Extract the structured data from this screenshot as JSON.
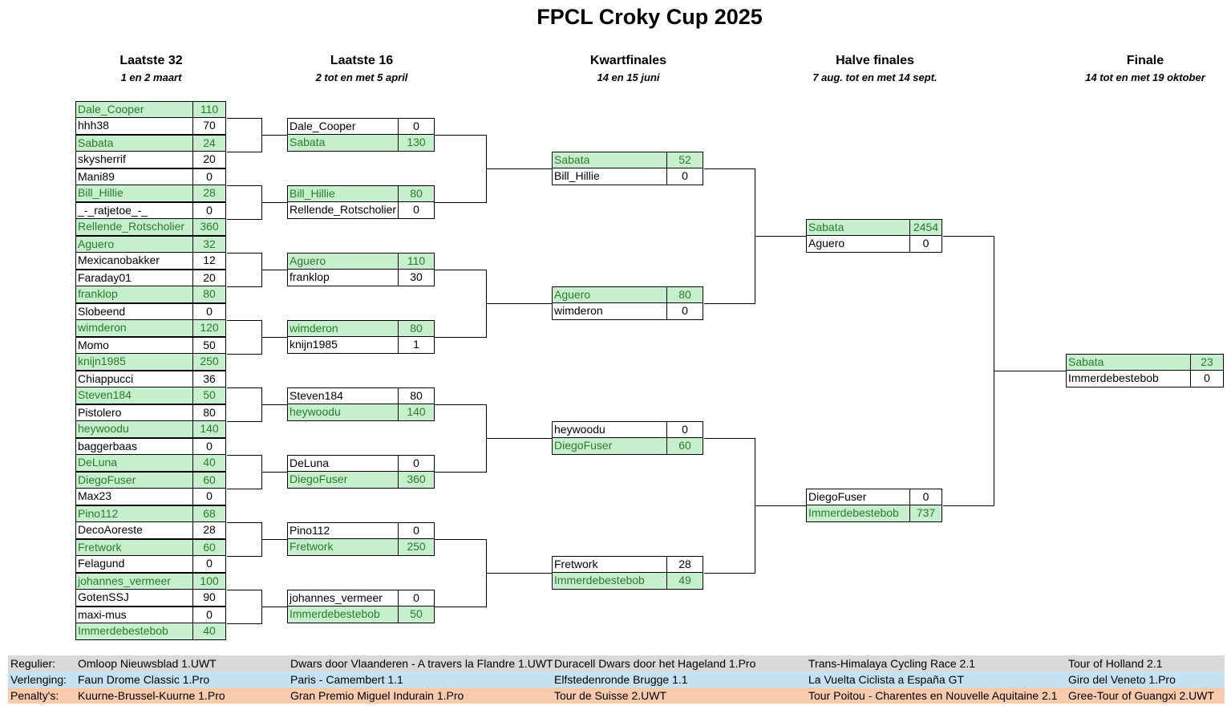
{
  "title": "FPCL Croky Cup 2025",
  "rounds": [
    {
      "name": "Laatste 32",
      "date": "1 en 2 maart"
    },
    {
      "name": "Laatste 16",
      "date": "2 tot en met 5 april"
    },
    {
      "name": "Kwartfinales",
      "date": "14 en 15 juni"
    },
    {
      "name": "Halve finales",
      "date": "7 aug. tot en met 14 sept."
    },
    {
      "name": "Finale",
      "date": "14 tot en met 19 oktober"
    }
  ],
  "r32": [
    {
      "name": "Dale_Cooper",
      "score": "110",
      "win": true
    },
    {
      "name": "hhh38",
      "score": "70",
      "win": false
    },
    {
      "name": "Sabata",
      "score": "24",
      "win": true
    },
    {
      "name": "skysherrif",
      "score": "20",
      "win": false
    },
    {
      "name": "Mani89",
      "score": "0",
      "win": false
    },
    {
      "name": "Bill_Hillie",
      "score": "28",
      "win": true
    },
    {
      "name": "_-_ratjetoe_-_",
      "score": "0",
      "win": false
    },
    {
      "name": "Rellende_Rotscholier",
      "score": "360",
      "win": true
    },
    {
      "name": "Aguero",
      "score": "32",
      "win": true
    },
    {
      "name": "Mexicanobakker",
      "score": "12",
      "win": false
    },
    {
      "name": "Faraday01",
      "score": "20",
      "win": false
    },
    {
      "name": "franklop",
      "score": "80",
      "win": true
    },
    {
      "name": "Slobeend",
      "score": "0",
      "win": false
    },
    {
      "name": "wimderon",
      "score": "120",
      "win": true
    },
    {
      "name": "Momo",
      "score": "50",
      "win": false
    },
    {
      "name": "knijn1985",
      "score": "250",
      "win": true
    },
    {
      "name": "Chiappucci",
      "score": "36",
      "win": false
    },
    {
      "name": "Steven184",
      "score": "50",
      "win": true
    },
    {
      "name": "Pistolero",
      "score": "80",
      "win": false
    },
    {
      "name": "heywoodu",
      "score": "140",
      "win": true
    },
    {
      "name": "baggerbaas",
      "score": "0",
      "win": false
    },
    {
      "name": "DeLuna",
      "score": "40",
      "win": true
    },
    {
      "name": "DiegoFuser",
      "score": "60",
      "win": true
    },
    {
      "name": "Max23",
      "score": "0",
      "win": false
    },
    {
      "name": "Pino112",
      "score": "68",
      "win": true
    },
    {
      "name": "DecoAoreste",
      "score": "28",
      "win": false
    },
    {
      "name": "Fretwork",
      "score": "60",
      "win": true
    },
    {
      "name": "Felagund",
      "score": "0",
      "win": false
    },
    {
      "name": "johannes_vermeer",
      "score": "100",
      "win": true
    },
    {
      "name": "GotenSSJ",
      "score": "90",
      "win": false
    },
    {
      "name": "maxi-mus",
      "score": "0",
      "win": false
    },
    {
      "name": "Immerdebestebob",
      "score": "40",
      "win": true
    }
  ],
  "r16": [
    {
      "name": "Dale_Cooper",
      "score": "0",
      "win": false
    },
    {
      "name": "Sabata",
      "score": "130",
      "win": true
    },
    {
      "name": "Bill_Hillie",
      "score": "80",
      "win": true
    },
    {
      "name": "Rellende_Rotscholier",
      "score": "0",
      "win": false
    },
    {
      "name": "Aguero",
      "score": "110",
      "win": true
    },
    {
      "name": "franklop",
      "score": "30",
      "win": false
    },
    {
      "name": "wimderon",
      "score": "80",
      "win": true
    },
    {
      "name": "knijn1985",
      "score": "1",
      "win": false
    },
    {
      "name": "Steven184",
      "score": "80",
      "win": false
    },
    {
      "name": "heywoodu",
      "score": "140",
      "win": true
    },
    {
      "name": "DeLuna",
      "score": "0",
      "win": false
    },
    {
      "name": "DiegoFuser",
      "score": "360",
      "win": true
    },
    {
      "name": "Pino112",
      "score": "0",
      "win": false
    },
    {
      "name": "Fretwork",
      "score": "250",
      "win": true
    },
    {
      "name": "johannes_vermeer",
      "score": "0",
      "win": false
    },
    {
      "name": "Immerdebestebob",
      "score": "50",
      "win": true
    }
  ],
  "qf": [
    {
      "name": "Sabata",
      "score": "52",
      "win": true
    },
    {
      "name": "Bill_Hillie",
      "score": "0",
      "win": false
    },
    {
      "name": "Aguero",
      "score": "80",
      "win": true
    },
    {
      "name": "wimderon",
      "score": "0",
      "win": false
    },
    {
      "name": "heywoodu",
      "score": "0",
      "win": false
    },
    {
      "name": "DiegoFuser",
      "score": "60",
      "win": true
    },
    {
      "name": "Fretwork",
      "score": "28",
      "win": false
    },
    {
      "name": "Immerdebestebob",
      "score": "49",
      "win": true
    }
  ],
  "sf": [
    {
      "name": "Sabata",
      "score": "2454",
      "win": true
    },
    {
      "name": "Aguero",
      "score": "0",
      "win": false
    },
    {
      "name": "DiegoFuser",
      "score": "0",
      "win": false
    },
    {
      "name": "Immerdebestebob",
      "score": "737",
      "win": true
    }
  ],
  "final": [
    {
      "name": "Sabata",
      "score": "23",
      "win": true
    },
    {
      "name": "Immerdebestebob",
      "score": "0",
      "win": false
    }
  ],
  "legend": [
    {
      "label": "Regulier:",
      "color": "#d9d9d9",
      "races": [
        "Omloop Nieuwsblad 1.UWT",
        "Dwars door Vlaanderen - A travers la Flandre 1.UWT",
        "Duracell Dwars door het Hageland 1.Pro",
        "Trans-Himalaya Cycling Race 2.1",
        "Tour of Holland 2.1"
      ]
    },
    {
      "label": "Verlenging:",
      "color": "#c5e2f2",
      "races": [
        "Faun Drome Classic 1.Pro",
        "Paris - Camembert 1.1",
        "Elfstedenronde Brugge 1.1",
        "La Vuelta Ciclista a España GT",
        "Giro del Veneto 1.Pro"
      ]
    },
    {
      "label": "Penalty's:",
      "color": "#f8cbad",
      "races": [
        "Kuurne-Brussel-Kuurne 1.Pro",
        "Gran Premio Miguel Indurain 1.Pro",
        "Tour de Suisse 2.UWT",
        "Tour Poitou - Charentes en Nouvelle Aquitaine 2.1",
        "Gree-Tour of Guangxi 2.UWT"
      ]
    }
  ]
}
